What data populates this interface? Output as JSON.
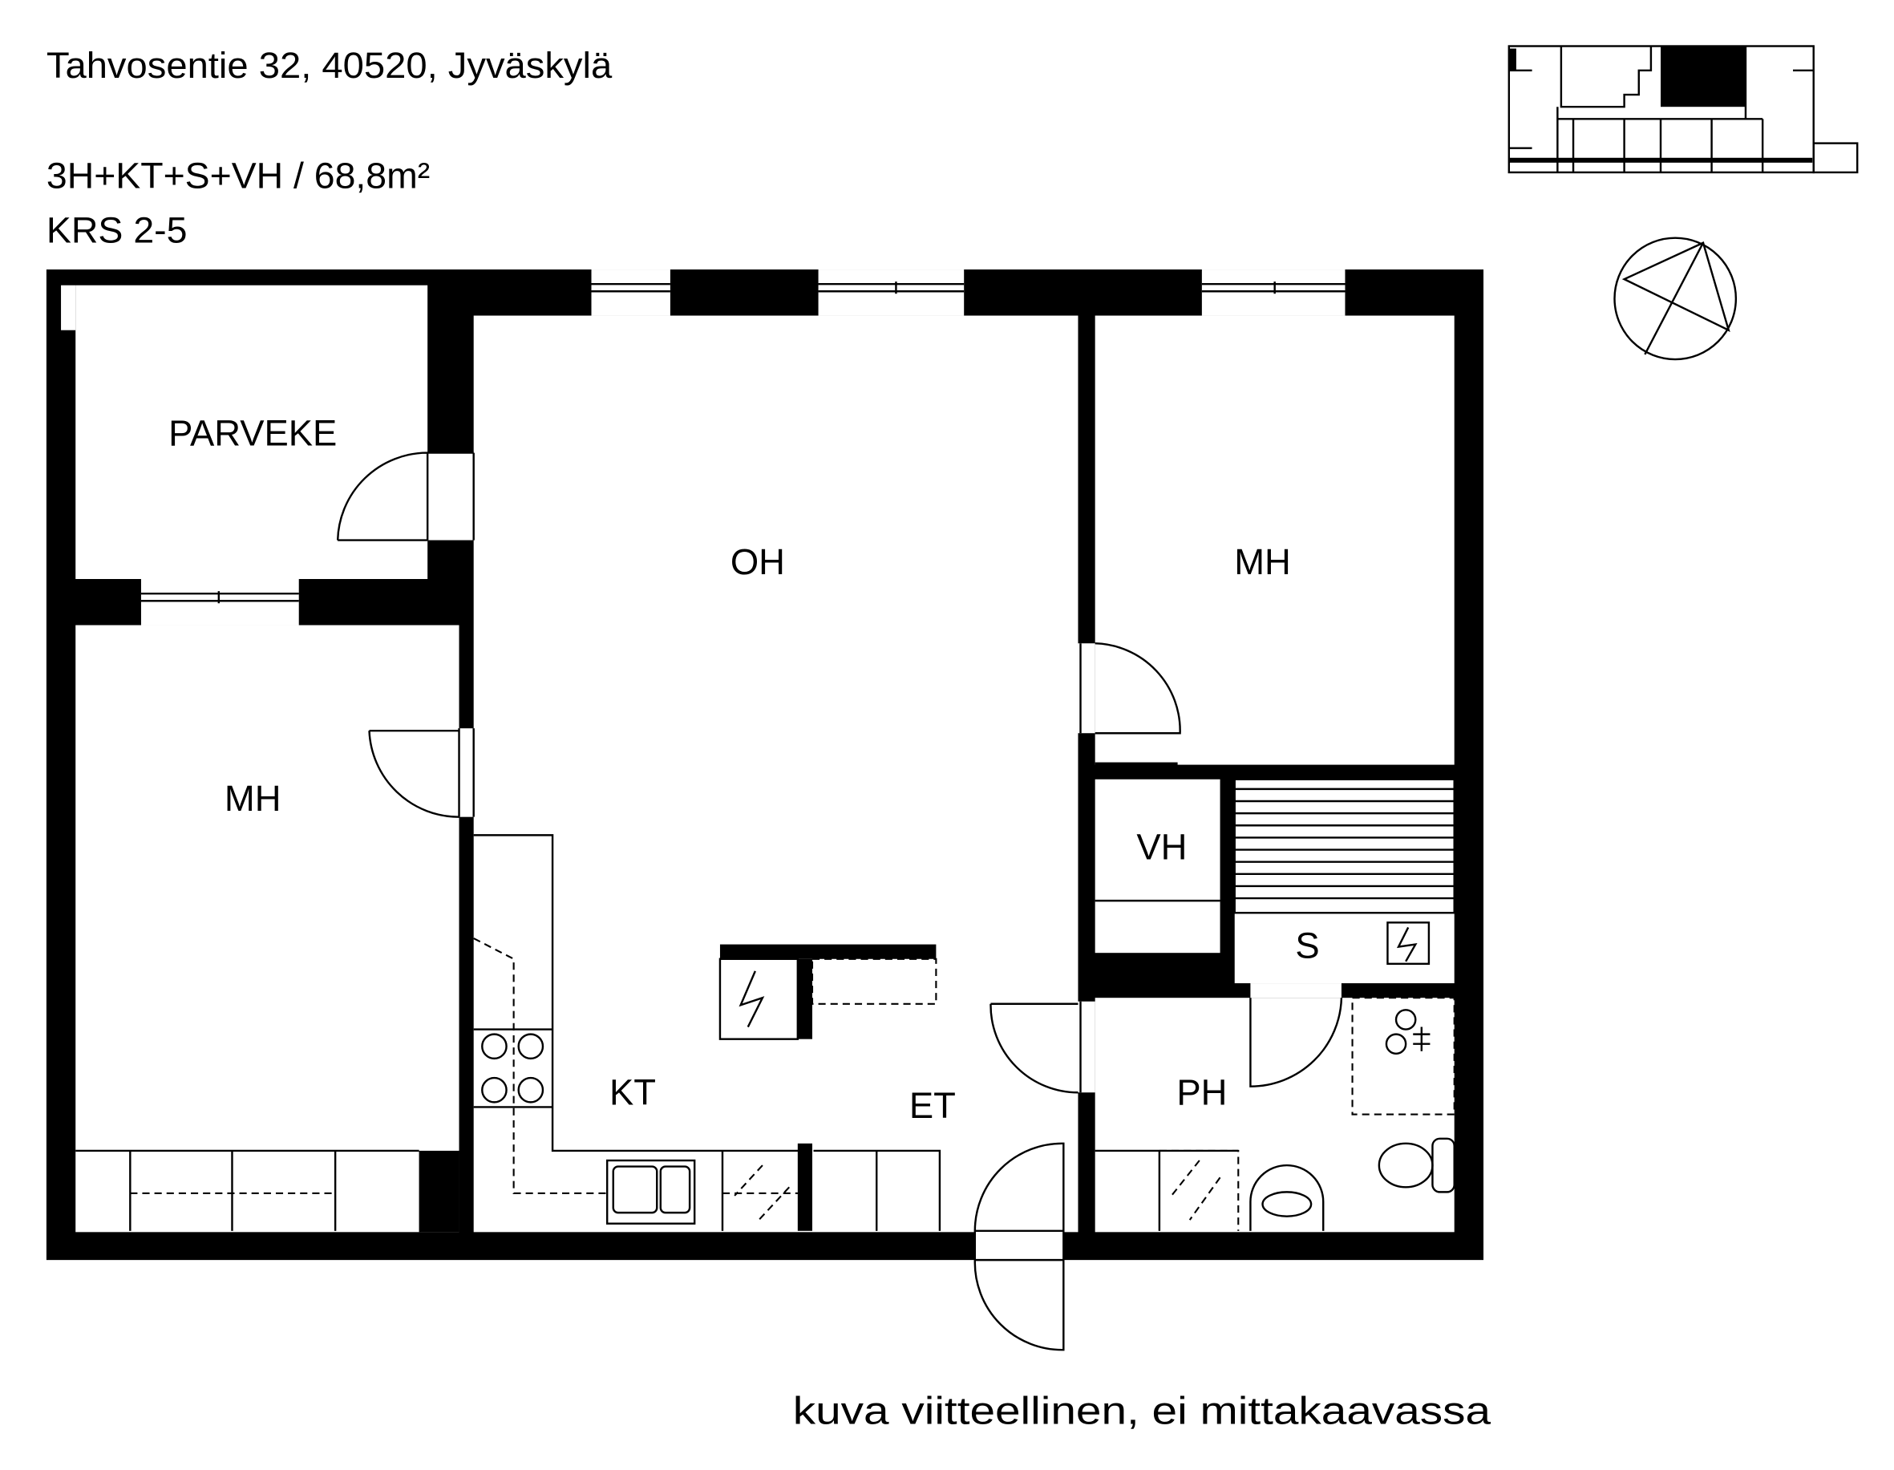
{
  "header": {
    "address": "Tahvosentie 32, 40520, Jyväskylä",
    "apartment_type": "3H+KT+S+VH / 68,8m²",
    "floors": "KRS 2-5"
  },
  "rooms": {
    "balcony": "PARVEKE",
    "living_room": "OH",
    "bedroom_left": "MH",
    "bedroom_right": "MH",
    "walk_in_closet": "VH",
    "sauna": "S",
    "kitchen": "KT",
    "hall": "ET",
    "bathroom": "PH"
  },
  "footer": {
    "disclaimer": "kuva viitteellinen, ei mittakaavassa"
  },
  "colors": {
    "wall": "#000000",
    "background": "#ffffff"
  }
}
